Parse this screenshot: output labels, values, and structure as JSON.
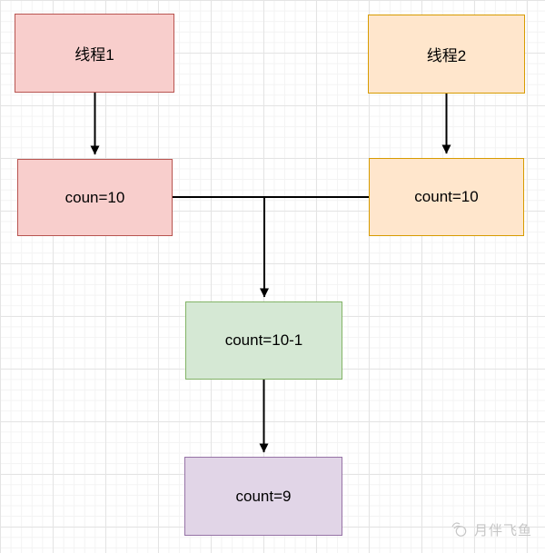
{
  "diagram": {
    "nodes": [
      {
        "id": "thread1",
        "label": "线程1",
        "fill": "#f8cecc",
        "stroke": "#b85450"
      },
      {
        "id": "thread2",
        "label": "线程2",
        "fill": "#ffe6cc",
        "stroke": "#d79b00"
      },
      {
        "id": "count-left",
        "label": "coun=10",
        "fill": "#f8cecc",
        "stroke": "#b85450"
      },
      {
        "id": "count-right",
        "label": "count=10",
        "fill": "#ffe6cc",
        "stroke": "#d79b00"
      },
      {
        "id": "count-minus",
        "label": "count=10-1",
        "fill": "#d5e8d4",
        "stroke": "#82b366"
      },
      {
        "id": "count-result",
        "label": "count=9",
        "fill": "#e1d5e7",
        "stroke": "#9673a6"
      }
    ],
    "edges": [
      {
        "from": "thread1",
        "to": "count-left",
        "arrow": true
      },
      {
        "from": "thread2",
        "to": "count-right",
        "arrow": true
      },
      {
        "from": "count-left",
        "to": "count-right",
        "arrow": false
      },
      {
        "from": "connector",
        "to": "count-minus",
        "arrow": true
      },
      {
        "from": "count-minus",
        "to": "count-result",
        "arrow": true
      }
    ],
    "edge_color": "#000000",
    "grid": {
      "minor_color": "#f3f3f3",
      "major_color": "#e4e4e4"
    }
  },
  "watermark": {
    "text": "月伴飞鱼",
    "color": "#c6c6c6"
  }
}
